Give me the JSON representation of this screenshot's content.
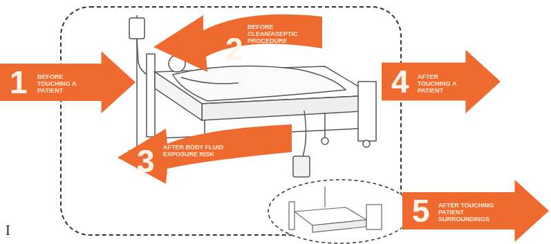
{
  "diagram": {
    "nodes": [
      {
        "text": [
          "1",
          "BEFORE TOUCHING A PATIENT"
        ]
      },
      {
        "text": [
          "2",
          "BEFORE CLEAN/ASEPTIC PROCEDURE"
        ]
      },
      {
        "text": [
          "3",
          "AFTER BODY FLUID EXPOSURE RISK"
        ]
      },
      {
        "text": [
          "4",
          "AFTER TOUCHING A PATIENT"
        ]
      },
      {
        "text": [
          "5",
          "AFTER TOUCHING PATIENT SURROUNDINGS"
        ]
      }
    ],
    "labels": [
      "I"
    ]
  }
}
